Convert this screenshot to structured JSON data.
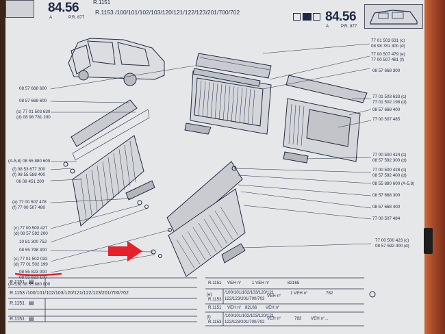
{
  "header": {
    "model_left": "R.1151",
    "page_left_big": "84.56",
    "page_left_a": "A",
    "page_left_pr": "P.R. 877",
    "models": "R.1153 /100/101/102/103/120/121/122/123/201/700/702",
    "page_right_big": "84.56",
    "page_right_a": "A",
    "page_right_pr": "P.R. 877"
  },
  "left_labels": [
    "08 57 668 600",
    "08 57 668 600",
    "(c) 77 01 503 630",
    "(d) 08 98 781 200",
    "(A-5,8) 08 55 880 600",
    "(f) 08 53 677 300",
    "(f) 08 55 588 400",
    "06 08 451 200",
    "(e) 77 00 507 478",
    "(f) 77 00 507 480",
    "(c) 77 00 500 427",
    "(d) 08 57 592 200",
    "10 81 300 752",
    "08 55 798 300",
    "(c) 77 01 502 032",
    "(d) 77 01 502 199",
    "08 55 823 000",
    "08 55 823 100",
    "(A-5,8) 08 55 880 000"
  ],
  "right_labels": [
    "77 01 503 631 (c)",
    "08 98 781 300 (d)",
    "77 00 507 479 (e)",
    "77 00 507 481 (f)",
    "08 57 668 300",
    "77 01 503 633 (c)",
    "77 01 502 198 (d)",
    "08 57 668 400",
    "77 00 507 485",
    "77 00 500 424 (c)",
    "08 57 592 300 (d)",
    "77 00 500 428 (c)",
    "08 57 592 400 (d)",
    "08 55 880 600 (A-5,8)",
    "08 57 668 300",
    "08 57 668 400",
    "77 00 507 484",
    "77 00 500 423 (c)",
    "08 57 592 400 (d)"
  ],
  "table_left": {
    "row1_model": "R.1151",
    "row2_models": "R.1153 /100/101/102/103/120/121/122/123/201/700/702",
    "row3_model": "R.1151",
    "row4_model": "R.1151"
  },
  "table_right": {
    "r1_model": "R.1151",
    "r1_text": "VEH n°",
    "r1_arrow": "1 VEH n°",
    "r1_num": "82165",
    "r2_letter": "(e)",
    "r2_model": "R.1153",
    "r2_models_a": "/100/101/102/103/120/121",
    "r2_models_b": "122/123/201/700/702",
    "r2_veh": "VEH n°",
    "r2_arrow": "1 VEH n°",
    "r2_num": "782",
    "r3_model": "R.1151",
    "r3_veh": "VEH n°",
    "r3_num": "82166",
    "r3_arrow": "VEH n°",
    "r4_letter": "(f)",
    "r4_model": "R.1153",
    "r4_models_a": "/100/101/102/103/120/121",
    "r4_models_b": "122/123/201/700/702",
    "r4_veh": "VEH n°",
    "r4_num": "783",
    "r4_arrow": "VEH n°..."
  },
  "colors": {
    "ink": "#1e2a44",
    "paper": "#e6e7e9",
    "arrow": "#e8202a",
    "underline": "#e8202a"
  }
}
